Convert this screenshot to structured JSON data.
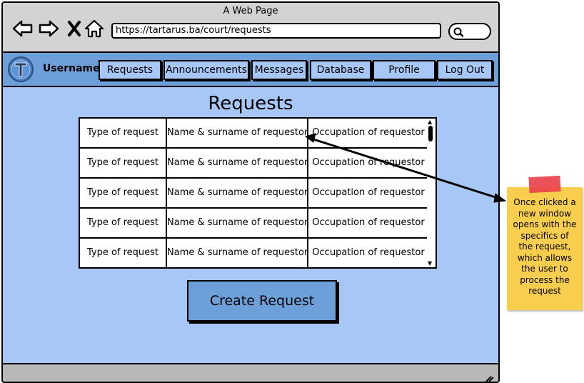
{
  "browser": {
    "page_title": "A Web Page",
    "url": "https://tartarus.ba/court/requests",
    "icons": [
      "back-icon",
      "forward-icon",
      "stop-icon",
      "home-icon",
      "search-icon"
    ]
  },
  "appbar": {
    "logo_icon": "tartarus-logo-icon",
    "username": "Username",
    "nav": [
      {
        "label": "Requests"
      },
      {
        "label": "Announcements"
      },
      {
        "label": "Messages"
      },
      {
        "label": "Database"
      },
      {
        "label": "Profile"
      },
      {
        "label": "Log Out"
      }
    ]
  },
  "main": {
    "heading": "Requests",
    "rows": [
      {
        "type": "Type of request",
        "name": "Name & surname of requestor",
        "occupation": "Occupation of requestor"
      },
      {
        "type": "Type of request",
        "name": "Name & surname of requestor",
        "occupation": "Occupation of requestor"
      },
      {
        "type": "Type of request",
        "name": "Name & surname of requestor",
        "occupation": "Occupation of requestor"
      },
      {
        "type": "Type of request",
        "name": "Name & surname of requestor",
        "occupation": "Occupation of requestor"
      },
      {
        "type": "Type of request",
        "name": "Name & surname of requestor",
        "occupation": "Occupation of requestor"
      }
    ],
    "create_button": "Create Request"
  },
  "annotation": {
    "note": "Once clicked a new window opens with the specifics of the request, which allows the user to process the request"
  },
  "colors": {
    "page_background": "#a7c7f7",
    "appbar": "#6d9fd8",
    "chrome": "#d3d3d3",
    "sticky_note": "#f9cd4e",
    "tape": "#e8424a"
  }
}
